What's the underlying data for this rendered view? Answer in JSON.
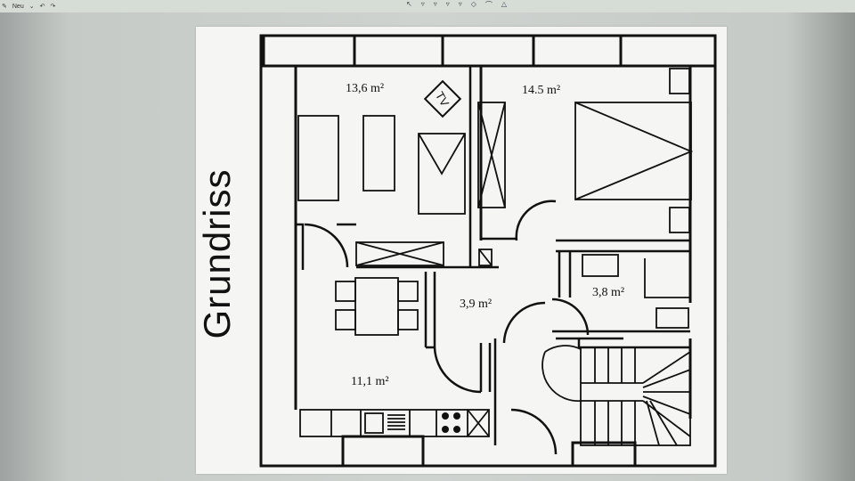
{
  "toolbar": {
    "new_label": "Neu"
  },
  "floorplan": {
    "title": "Grundriss",
    "tv_label": "TV",
    "rooms": [
      {
        "id": "living",
        "area": "13,6 m²"
      },
      {
        "id": "bedroom",
        "area": "14.5 m²"
      },
      {
        "id": "hall",
        "area": "3,9 m²"
      },
      {
        "id": "bath",
        "area": "3,8 m²"
      },
      {
        "id": "kitchen",
        "area": "11,1 m²"
      }
    ]
  },
  "colors": {
    "line": "#111111",
    "paper": "#f5f5f3"
  }
}
